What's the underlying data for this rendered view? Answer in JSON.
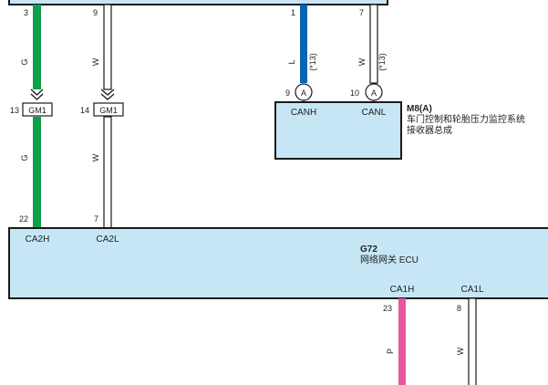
{
  "colors": {
    "box_fill": "#c6e6f5",
    "box_stroke": "#1a1a1a",
    "wire_green": "#0da04b",
    "wire_blue": "#0a64b4",
    "wire_pink": "#e8579c",
    "wire_white": "#ffffff"
  },
  "top_pins": {
    "left_g": "3",
    "left_w": "9",
    "can_l": "1",
    "can_w": "7"
  },
  "wire_colors": {
    "g_upper": "G",
    "w_upper": "W",
    "l": "L",
    "w_can": "W",
    "g_lower": "G",
    "w_lower": "W",
    "p": "P",
    "w_bottom": "W"
  },
  "notes": {
    "can_l": "(*13)",
    "can_w": "(*13)"
  },
  "gm1": {
    "pin_left": "13",
    "label_left": "GM1",
    "pin_right": "14",
    "label_right": "GM1"
  },
  "m8": {
    "pin_canh": "9",
    "conn_canh": "A",
    "pin_canl": "10",
    "conn_canl": "A",
    "canh": "CANH",
    "canl": "CANL",
    "id": "M8(A)",
    "name1": "车门控制和轮胎压力监控系统",
    "name2": "接收器总成"
  },
  "g72": {
    "pin_ca2h": "22",
    "pin_ca2l": "7",
    "ca2h": "CA2H",
    "ca2l": "CA2L",
    "id": "G72",
    "name": "网络网关 ECU",
    "ca1h": "CA1H",
    "ca1l": "CA1L",
    "pin_ca1h": "23",
    "pin_ca1l": "8"
  }
}
